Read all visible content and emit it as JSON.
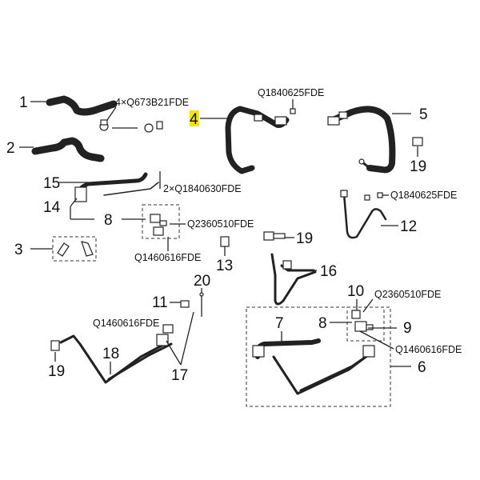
{
  "highlight_color": "#f5e400",
  "callouts": {
    "c1": "1",
    "c2": "2",
    "c3": "3",
    "c4": "4",
    "c5": "5",
    "c6": "6",
    "c7": "7",
    "c8a": "8",
    "c8b": "8",
    "c9": "9",
    "c10": "10",
    "c11": "11",
    "c12": "12",
    "c13": "13",
    "c14": "14",
    "c15": "15",
    "c16": "16",
    "c17": "17",
    "c18": "18",
    "c19a": "19",
    "c19b": "19",
    "c19c": "19",
    "c20": "20"
  },
  "codes": {
    "k1": "4×Q673B21FDE",
    "k2": "Q1840625FDE",
    "k3": "2×Q1840630FDE",
    "k4": "Q1840625FDE",
    "k5": "Q2360510FDE",
    "k6": "Q1460616FDE",
    "k7": "Q1460616FDE",
    "k8": "Q2360510FDE",
    "k9": "Q1460616FDE"
  }
}
